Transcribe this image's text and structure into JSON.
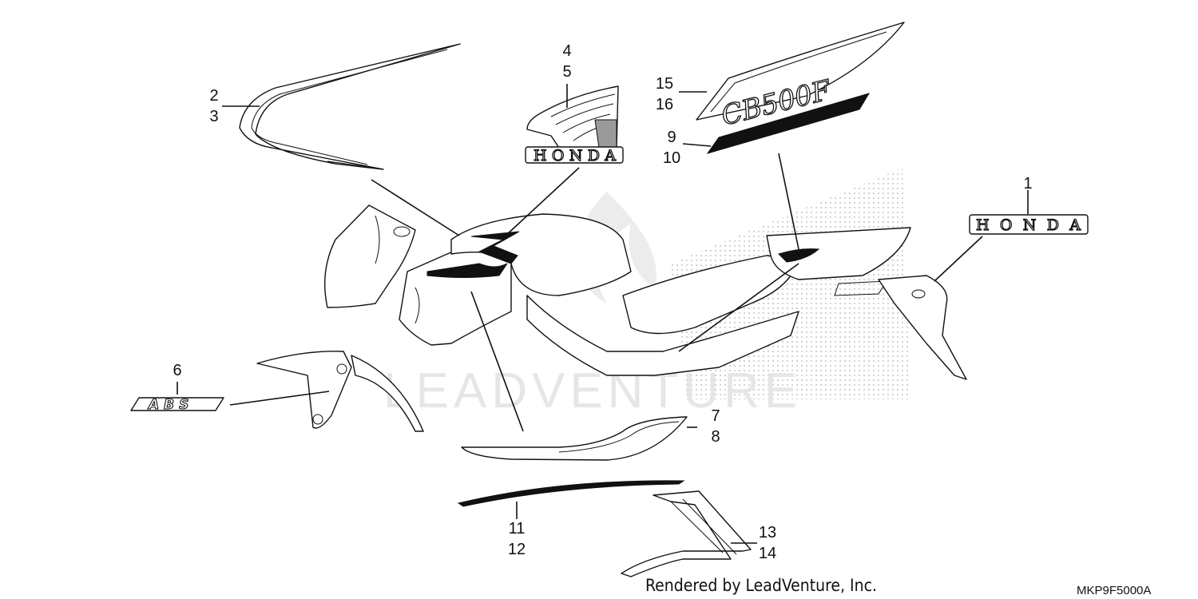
{
  "diagram": {
    "callouts": [
      {
        "id": "c1",
        "lines": [
          "1"
        ]
      },
      {
        "id": "c2",
        "lines": [
          "2",
          "3"
        ]
      },
      {
        "id": "c3",
        "lines": [
          "4",
          "5"
        ]
      },
      {
        "id": "c4",
        "lines": [
          "6"
        ]
      },
      {
        "id": "c5",
        "lines": [
          "7",
          "8"
        ]
      },
      {
        "id": "c6",
        "lines": [
          "9",
          "10"
        ]
      },
      {
        "id": "c7",
        "lines": [
          "11",
          "12"
        ]
      },
      {
        "id": "c8",
        "lines": [
          "13",
          "14"
        ]
      },
      {
        "id": "c9",
        "lines": [
          "15",
          "16"
        ]
      }
    ],
    "emblems": {
      "honda_small": "HONDA",
      "honda_large": "HONDA",
      "abs": "ABS",
      "cb_script": "CB500F"
    },
    "watermark": "LEADVENTURE",
    "footer_credit": "Rendered by LeadVenture, Inc.",
    "diagram_code": "MKP9F5000A"
  }
}
